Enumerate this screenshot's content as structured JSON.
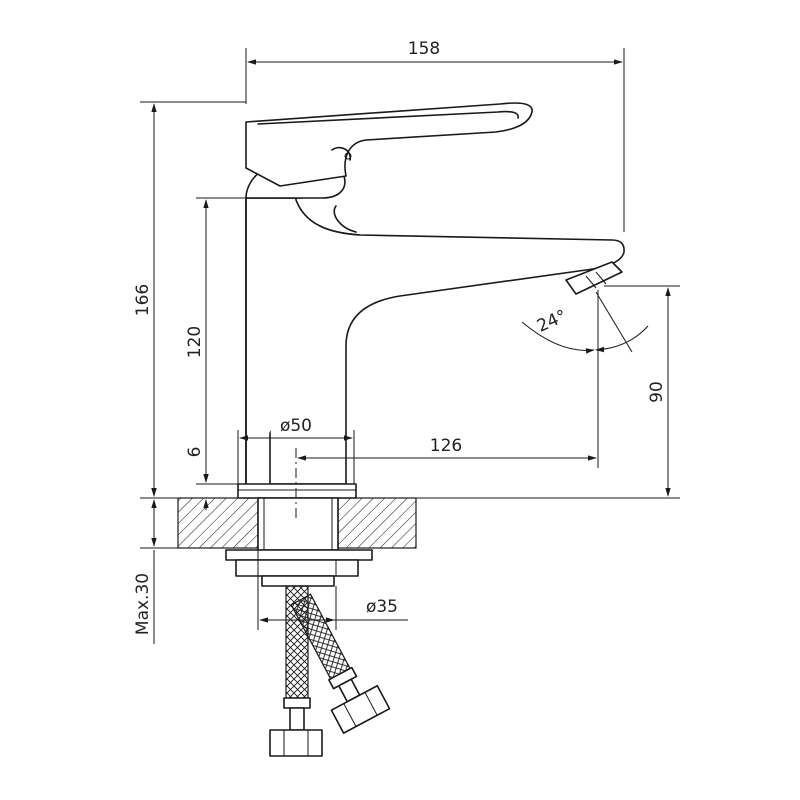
{
  "dimensions": {
    "total_width": "158",
    "total_height": "166",
    "body_height": "120",
    "base_height": "6",
    "body_diameter": "ø50",
    "spout_reach": "126",
    "spout_height": "90",
    "spout_angle": "24°",
    "max_deck_thickness": "Max.30",
    "hole_diameter": "ø35"
  },
  "colors": {
    "line": "#1a1a1a",
    "text": "#222222",
    "background": "#ffffff"
  }
}
